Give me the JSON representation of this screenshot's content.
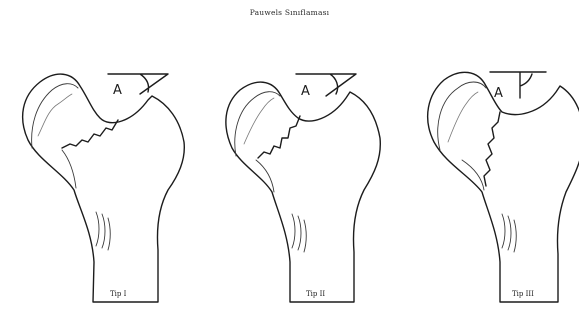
{
  "title": "Pauwels Sınıflaması",
  "figures": [
    {
      "label": "Tip I"
    },
    {
      "label": "Tip II"
    },
    {
      "label": "Tip III"
    }
  ],
  "angle_letter": "A"
}
